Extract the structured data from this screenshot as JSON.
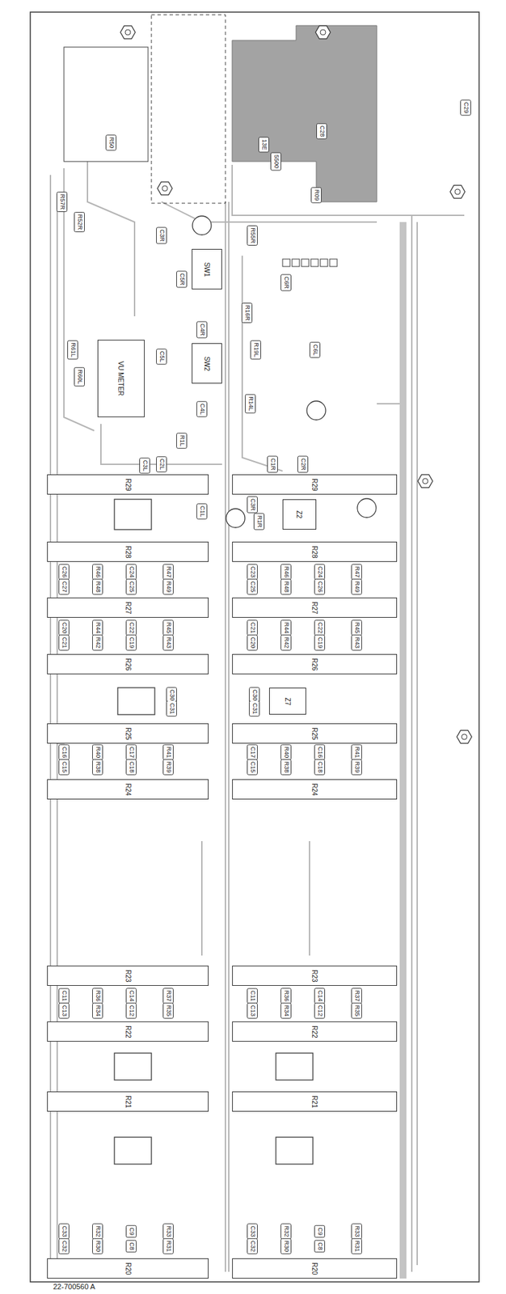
{
  "diagram": {
    "nodes": [
      {
        "text": [
          "SW1"
        ]
      },
      {
        "text": [
          "VU METER"
        ]
      },
      {
        "text": [
          "SW2"
        ]
      },
      {
        "text": [
          "R29"
        ]
      },
      {
        "text": [
          "R29"
        ]
      },
      {
        "text": [
          "Z2"
        ]
      },
      {
        "text": [
          "R28"
        ]
      },
      {
        "text": [
          "R28"
        ]
      },
      {
        "text": [
          "R27"
        ]
      },
      {
        "text": [
          "R27"
        ]
      },
      {
        "text": [
          "R26"
        ]
      },
      {
        "text": [
          "R26"
        ]
      },
      {
        "text": [
          "Z7"
        ]
      },
      {
        "text": [
          "R25"
        ]
      },
      {
        "text": [
          "R25"
        ]
      },
      {
        "text": [
          "R24"
        ]
      },
      {
        "text": [
          "R24"
        ]
      },
      {
        "text": [
          "R23"
        ]
      },
      {
        "text": [
          "R23"
        ]
      },
      {
        "text": [
          "R22"
        ]
      },
      {
        "text": [
          "R22"
        ]
      },
      {
        "text": [
          "R21"
        ]
      },
      {
        "text": [
          "R21"
        ]
      },
      {
        "text": [
          "R20"
        ]
      },
      {
        "text": [
          "R20"
        ]
      }
    ],
    "labels": [
      "R50",
      "13E",
      "5500",
      "C28",
      "C29",
      "R09",
      "R57R",
      "R52R",
      "C3R",
      "R55R",
      "C5R",
      "C6R",
      "R16R",
      "C4R",
      "R19L",
      "C6L",
      "C5L",
      "R61L",
      "R60L",
      "R14L",
      "C4L",
      "R1L",
      "C3L",
      "C2L",
      "C1L",
      "C1R",
      "C2R",
      "C3R",
      "R1R",
      "C26",
      "R46",
      "C24",
      "R47",
      "C23",
      "R46",
      "C24",
      "R47",
      "C27",
      "R48",
      "C25",
      "R49",
      "C25",
      "R48",
      "C26",
      "R49",
      "C20",
      "R44",
      "C22",
      "R45",
      "C21",
      "R44",
      "C22",
      "R45",
      "C21",
      "R42",
      "C19",
      "R43",
      "C20",
      "R42",
      "C19",
      "R43",
      "C16",
      "R40",
      "C17",
      "R41",
      "C17",
      "R40",
      "C16",
      "R41",
      "C15",
      "R38",
      "C18",
      "R39",
      "C15",
      "R38",
      "C18",
      "R39",
      "C11",
      "R36",
      "C14",
      "R37",
      "C11",
      "R36",
      "C14",
      "R37",
      "C13",
      "R34",
      "C12",
      "R35",
      "C13",
      "R34",
      "C12",
      "R35",
      "C33",
      "R32",
      "C9",
      "R33",
      "C33",
      "R32",
      "C9",
      "R33",
      "C32",
      "R30",
      "C8",
      "R31",
      "C32",
      "R30",
      "C8",
      "R31",
      "C30",
      "C31",
      "C30",
      "C31",
      "22-700560 A"
    ]
  }
}
